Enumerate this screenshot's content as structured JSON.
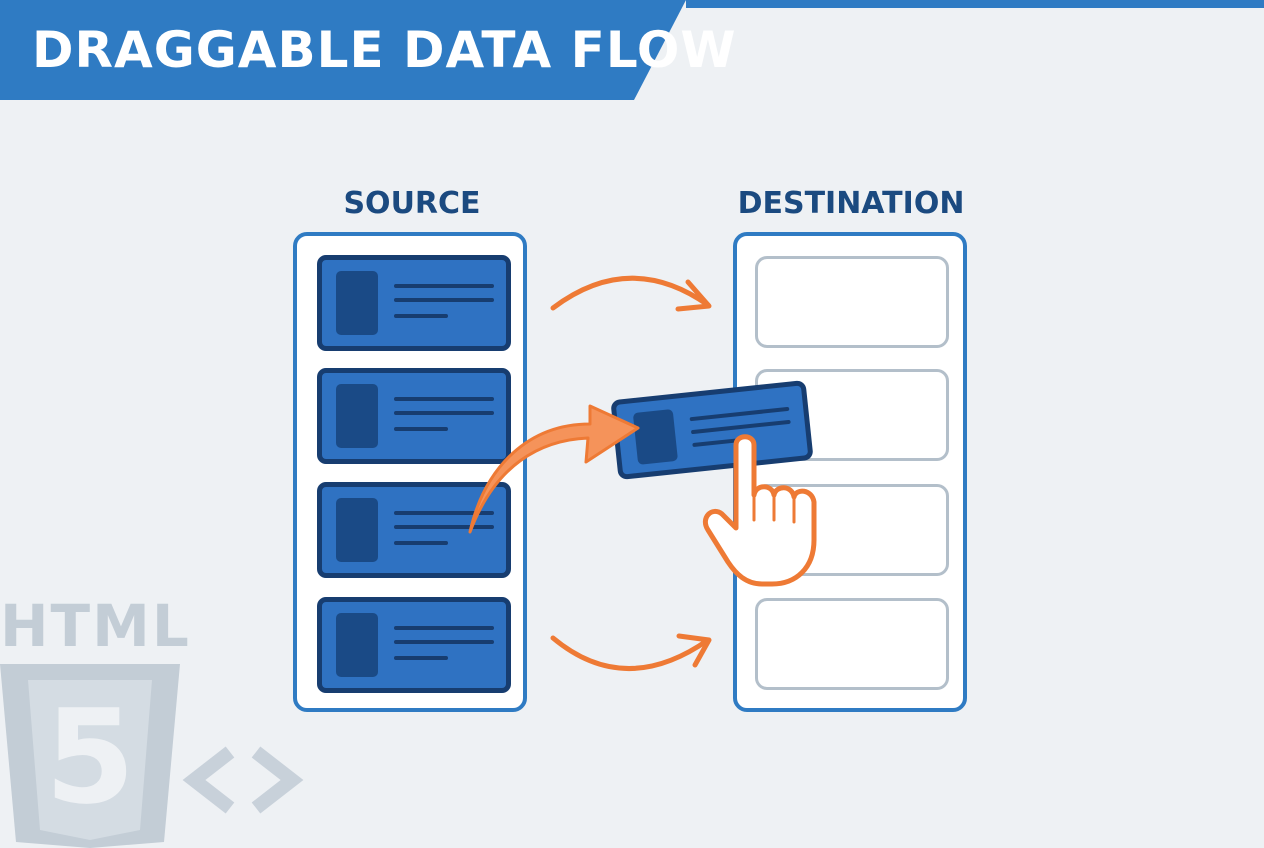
{
  "banner": {
    "title": "DRAGGABLE DATA FLOW"
  },
  "source": {
    "label": "SOURCE",
    "card_count": 4
  },
  "destination": {
    "label": "DESTINATION",
    "slot_count": 4
  },
  "logo": {
    "text": "HTML",
    "digit": "5"
  },
  "colors": {
    "banner": "#2f7bc3",
    "card": "#2f72c2",
    "card_border": "#173d70",
    "arrow": "#ee7a35",
    "slot_border": "#b3bfca",
    "label": "#1b4a80"
  },
  "icons": [
    "pointing-hand-icon",
    "drag-arrow-icon",
    "html5-logo",
    "code-brackets-icon"
  ]
}
